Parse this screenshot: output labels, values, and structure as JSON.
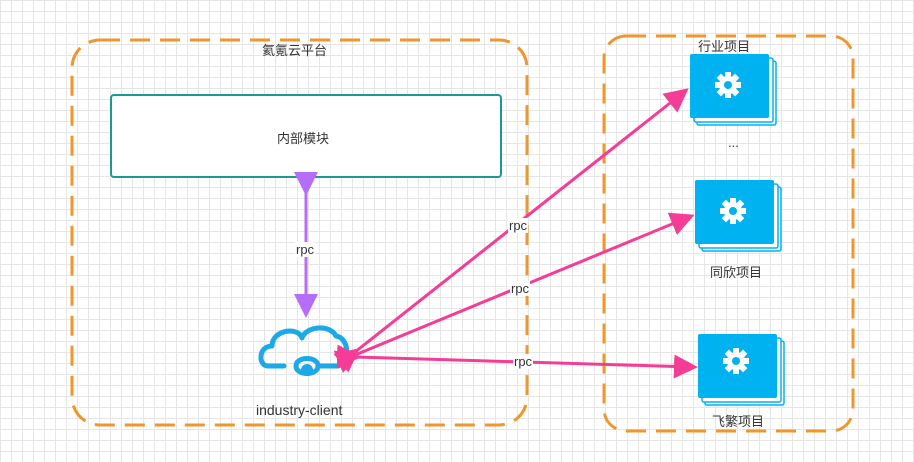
{
  "platform": {
    "title": "氦氪云平台",
    "inner_module": "内部模块",
    "client_label": "industry-client"
  },
  "projects": {
    "items": [
      {
        "label": "行业项目"
      },
      {
        "label": "..."
      },
      {
        "label": "同欣项目"
      },
      {
        "label": "飞繁项目"
      }
    ]
  },
  "edges": {
    "internal_label": "rpc",
    "p1_label": "rpc",
    "p2_label": "rpc",
    "p3_label": "rpc"
  },
  "colors": {
    "group_border": "#F0962C",
    "module_border": "#1A9A96",
    "project_tile": "#00B2F0",
    "rpc_arrow": "#F53C96",
    "internal_arrow": "#B46EFA",
    "client_icon": "#1DA9E8"
  }
}
